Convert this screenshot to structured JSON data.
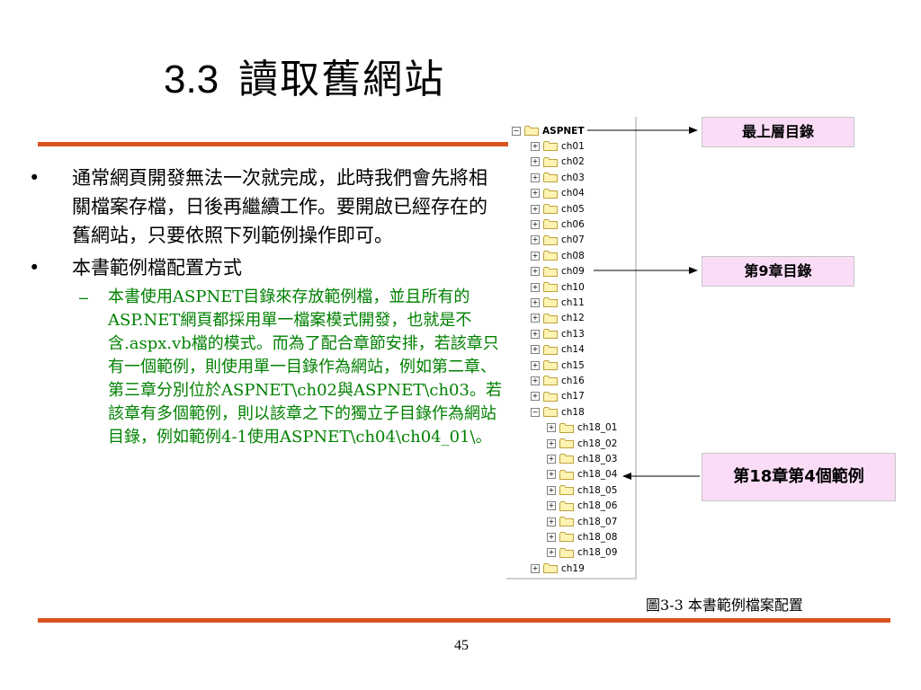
{
  "slide": {
    "title_number": "3.3",
    "title_text": "讀取舊網站",
    "bullets": [
      {
        "text": "通常網頁開發無法一次就完成，此時我們會先將相關檔案存檔，日後再繼續工作。要開啟已經存在的舊網站，只要依照下列範例操作即可。"
      },
      {
        "text": "本書範例檔配置方式"
      }
    ],
    "sub_bullet": "本書使用ASPNET目錄來存放範例檔，並且所有的ASP.NET網頁都採用單一檔案模式開發，也就是不含.aspx.vb檔的模式。而為了配合章節安排，若該章只有一個範例，則使用單一目錄作為網站，例如第二章、第三章分別位於ASPNET\\ch02與ASPNET\\ch03。若該章有多個範例，則以該章之下的獨立子目錄作為網站目錄，例如範例4-1使用ASPNET\\ch04\\ch04_01\\。",
    "bullet_symbol": "•",
    "dash_symbol": "–",
    "page_number": "45",
    "accent_color": "#d9541e",
    "sub_text_color": "#008000"
  },
  "figure": {
    "caption": "圖3-3 本書範例檔案配置",
    "callout_color": "#fadcf7",
    "tree": {
      "root": "ASPNET",
      "folders": [
        "ch01",
        "ch02",
        "ch03",
        "ch04",
        "ch05",
        "ch06",
        "ch07",
        "ch08",
        "ch09",
        "ch10",
        "ch11",
        "ch12",
        "ch13",
        "ch14",
        "ch15",
        "ch16",
        "ch17",
        "ch18"
      ],
      "subfolders": [
        "ch18_01",
        "ch18_02",
        "ch18_03",
        "ch18_04",
        "ch18_05",
        "ch18_06",
        "ch18_07",
        "ch18_08",
        "ch18_09"
      ],
      "last_folder": "ch19",
      "expanded_symbol": "−",
      "collapsed_symbol": "+"
    },
    "callouts": {
      "top_level": "最上層目錄",
      "chapter9": "第9章目錄",
      "chapter18_example4": "第18章第4個範例"
    }
  }
}
